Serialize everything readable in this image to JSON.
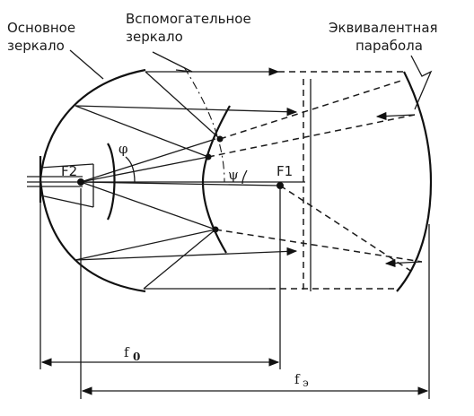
{
  "labels": {
    "main_mirror_line1": "Основное",
    "main_mirror_line2": "зеркало",
    "aux_mirror_line1": "Вспомогательное",
    "aux_mirror_line2": "зеркало",
    "equiv_parabola_line1": "Эквивалентная",
    "equiv_parabola_line2": "парабола",
    "focus2": "F2",
    "focus1": "F1",
    "angle_phi": "φ",
    "angle_psi": "ψ",
    "dim_f0_letter": "f",
    "dim_f0_sub": "0",
    "dim_fe_letter": "f",
    "dim_fe_sub": "э"
  }
}
